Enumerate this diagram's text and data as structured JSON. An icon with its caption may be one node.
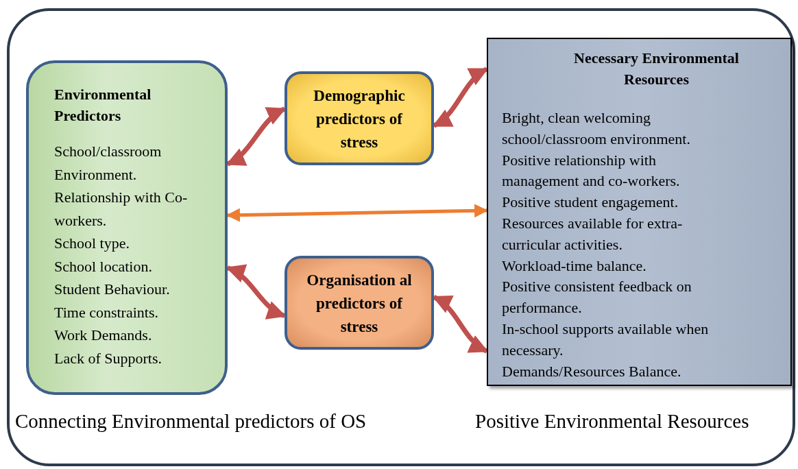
{
  "diagram": {
    "nodes": [
      {
        "text": [
          "Connecting Environmental predictors of OS",
          "Positive Environmental Resources"
        ]
      },
      {
        "text": [
          "Environmental Predictors",
          "School/classroom Environment.",
          "Relationship with Co-workers.",
          "School type.",
          "School location.",
          "Student Behaviour.",
          "Time constraints.",
          "Work Demands.",
          "Lack of Supports."
        ],
        "in": 0
      },
      {
        "text": [
          "Demographic predictors of stress"
        ],
        "in": 0
      },
      {
        "text": [
          "Organisation al predictors of stress"
        ],
        "in": 0
      },
      {
        "text": [
          "Necessary Environmental Resources",
          "Bright, clean welcoming school/classroom environment.",
          "Positive relationship with management and co-workers.",
          "Positive student engagement.",
          "Resources available for extra-curricular activities.",
          "Workload-time balance.",
          "Positive consistent feedback on performance.",
          "In-school supports available when necessary.",
          "Demands/Resources Balance."
        ],
        "in": 0
      }
    ],
    "edges": [
      {
        "from": 1,
        "to": 2,
        "arrow": "both"
      },
      {
        "from": 2,
        "to": 4,
        "arrow": "both"
      },
      {
        "from": 1,
        "to": 4,
        "arrow": "both",
        "color": "#ed7d31"
      },
      {
        "from": 1,
        "to": 3,
        "arrow": "both"
      },
      {
        "from": 3,
        "to": 4,
        "arrow": "both"
      }
    ]
  }
}
